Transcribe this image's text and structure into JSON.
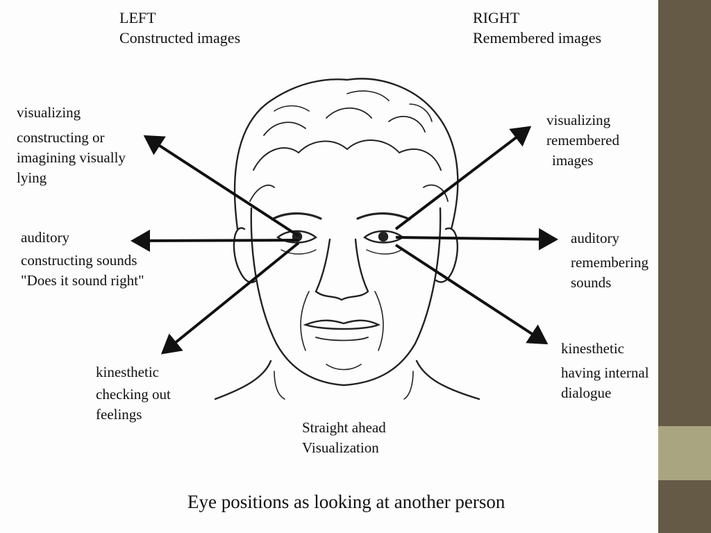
{
  "colors": {
    "rail_dark": "#645a45",
    "rail_light": "#a9a581",
    "ink": "#111111"
  },
  "left_header": {
    "title": "LEFT",
    "subtitle": "Constructed images"
  },
  "right_header": {
    "title": "RIGHT",
    "subtitle": "Remembered images"
  },
  "labels": {
    "left_top": [
      "visualizing",
      "constructing or",
      "imagining visually",
      "lying"
    ],
    "left_mid": [
      "auditory",
      "constructing sounds",
      "\"Does it sound right\""
    ],
    "left_bottom": [
      "kinesthetic",
      "checking out",
      "feelings"
    ],
    "right_top": [
      "visualizing",
      "remembered",
      "images"
    ],
    "right_mid": [
      "auditory",
      "remembering",
      "sounds"
    ],
    "right_bottom": [
      "kinesthetic",
      "having internal",
      "dialogue"
    ],
    "center_bottom": [
      "Straight ahead",
      "Visualization"
    ]
  },
  "illustration": {
    "subject": "face-line-drawing",
    "arrows": 6
  },
  "caption": "Eye positions as looking at another person"
}
